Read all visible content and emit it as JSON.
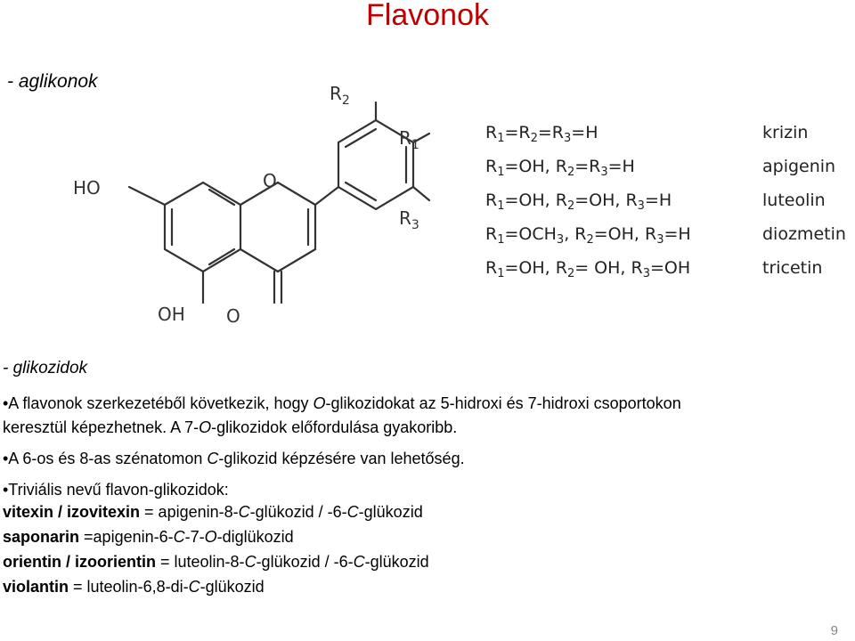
{
  "title": "Flavonok",
  "section1": "- aglikonok",
  "section2": "- glikozidok",
  "structure": {
    "labels": {
      "r1": "R",
      "r1_sub": "1",
      "r2": "R",
      "r2_sub": "2",
      "r3": "R",
      "r3_sub": "3",
      "ho": "HO",
      "oh": "OH",
      "o_ring": "O",
      "o_keto": "O"
    }
  },
  "substituents": [
    {
      "formula": "R1=R2=R3=H",
      "name": "krizin"
    },
    {
      "formula": "R1=OH, R2=R3=H",
      "name": "apigenin"
    },
    {
      "formula": "R1=OH, R2=OH, R3=H",
      "name": "luteolin"
    },
    {
      "formula": "R1=OCH3, R2=OH, R3=H",
      "name": "diozmetin"
    },
    {
      "formula": "R1=OH, R2= OH, R3=OH",
      "name": "tricetin"
    }
  ],
  "paragraphs": {
    "p1_a": "•A flavonok szerkezetéből következik, hogy ",
    "p1_b": "O",
    "p1_c": "-glikozidokat az 5-hidroxi és 7-hidroxi csoportokon",
    "p1_d": "keresztül képezhetnek. A 7-",
    "p1_e": "O",
    "p1_f": "-glikozidok előfordulása gyakoribb.",
    "p2_a": "•A 6-os és 8-as szénatomon ",
    "p2_b": "C",
    "p2_c": "-glikozid képzésére van lehetőség.",
    "p3": "•Triviális  nevű flavon-glikozidok:"
  },
  "glycosides": [
    {
      "bold": "vitexin / izovitexin",
      "text": " =  apigenin-8-",
      "i1": "C",
      "t2": "-glükozid / -6-",
      "i2": "C",
      "t3": "-glükozid",
      "i3": "",
      "t4": ""
    },
    {
      "bold": "saponarin",
      "text": " =apigenin-6-",
      "i1": "C",
      "t2": "-7-",
      "i2": "O",
      "t3": "-diglükozid",
      "i3": "",
      "t4": ""
    },
    {
      "bold": "orientin  / izoorientin",
      "text": " = luteolin-8-",
      "i1": "C",
      "t2": "-glükozid / -6-",
      "i2": "C",
      "t3": "-glükozid",
      "i3": "",
      "t4": ""
    },
    {
      "bold": "violantin",
      "text": " = luteolin-6,8-di-",
      "i1": "C",
      "t2": "-glükozid",
      "i2": "",
      "t3": "",
      "i3": "",
      "t4": ""
    }
  ],
  "page_number": "9",
  "colors": {
    "title": "#c00000",
    "text": "#000000"
  }
}
